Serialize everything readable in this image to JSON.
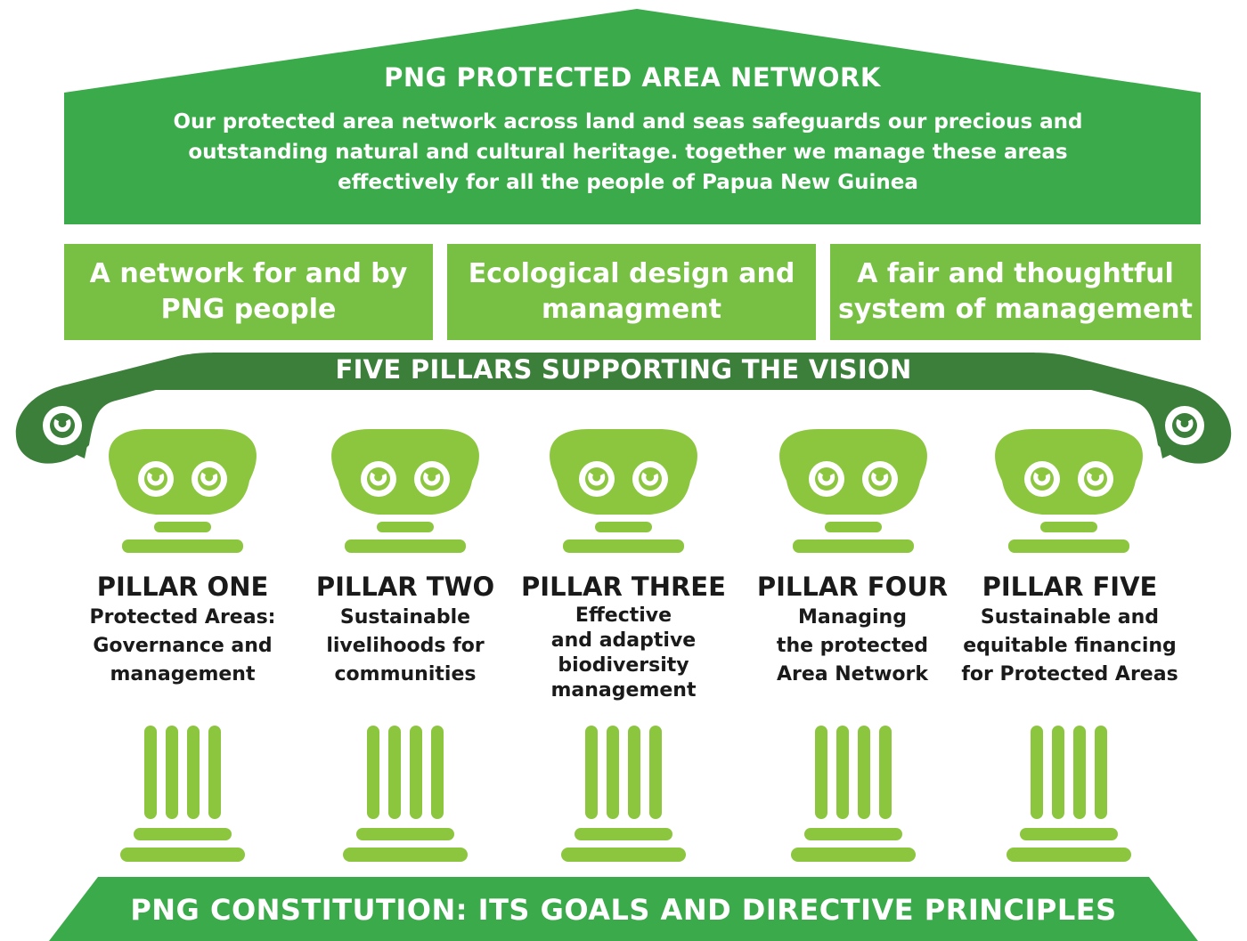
{
  "roof": {
    "title": "PNG PROTECTED AREA NETWORK",
    "description": "Our protected area network across land and seas safeguards our precious and outstanding natural and cultural heritage. together we manage these areas effectively for all the people of Papua New Guinea"
  },
  "themes": [
    {
      "label": "A network for and by PNG people"
    },
    {
      "label": "Ecological design and managment"
    },
    {
      "label": "A fair and thoughtful system of management"
    }
  ],
  "banner": {
    "title": "FIVE PILLARS SUPPORTING THE VISION"
  },
  "pillars": [
    {
      "title": "PILLAR ONE",
      "subtitle": "Protected Areas:\nGovernance and\nmanagement"
    },
    {
      "title": "PILLAR TWO",
      "subtitle": "Sustainable\nlivelihoods for\ncommunities"
    },
    {
      "title": "PILLAR THREE",
      "subtitle": "Effective\nand adaptive\nbiodiversity\nmanagement"
    },
    {
      "title": "PILLAR FOUR",
      "subtitle": "Managing\nthe protected\nArea Network"
    },
    {
      "title": "PILLAR FIVE",
      "subtitle": "Sustainable and\nequitable financing\nfor Protected Areas"
    }
  ],
  "base": {
    "title": "PNG CONSTITUTION: ITS GOALS AND DIRECTIVE PRINCIPLES"
  },
  "colors": {
    "roof_green": "#3aaa4a",
    "theme_green": "#78c043",
    "banner_green": "#3c7f3a",
    "pillar_green": "#8cc63f",
    "text_dark": "#1a1a1a"
  },
  "icons": [
    "ionic-capital-icon",
    "column-shaft-icon",
    "scroll-volute-icon"
  ]
}
